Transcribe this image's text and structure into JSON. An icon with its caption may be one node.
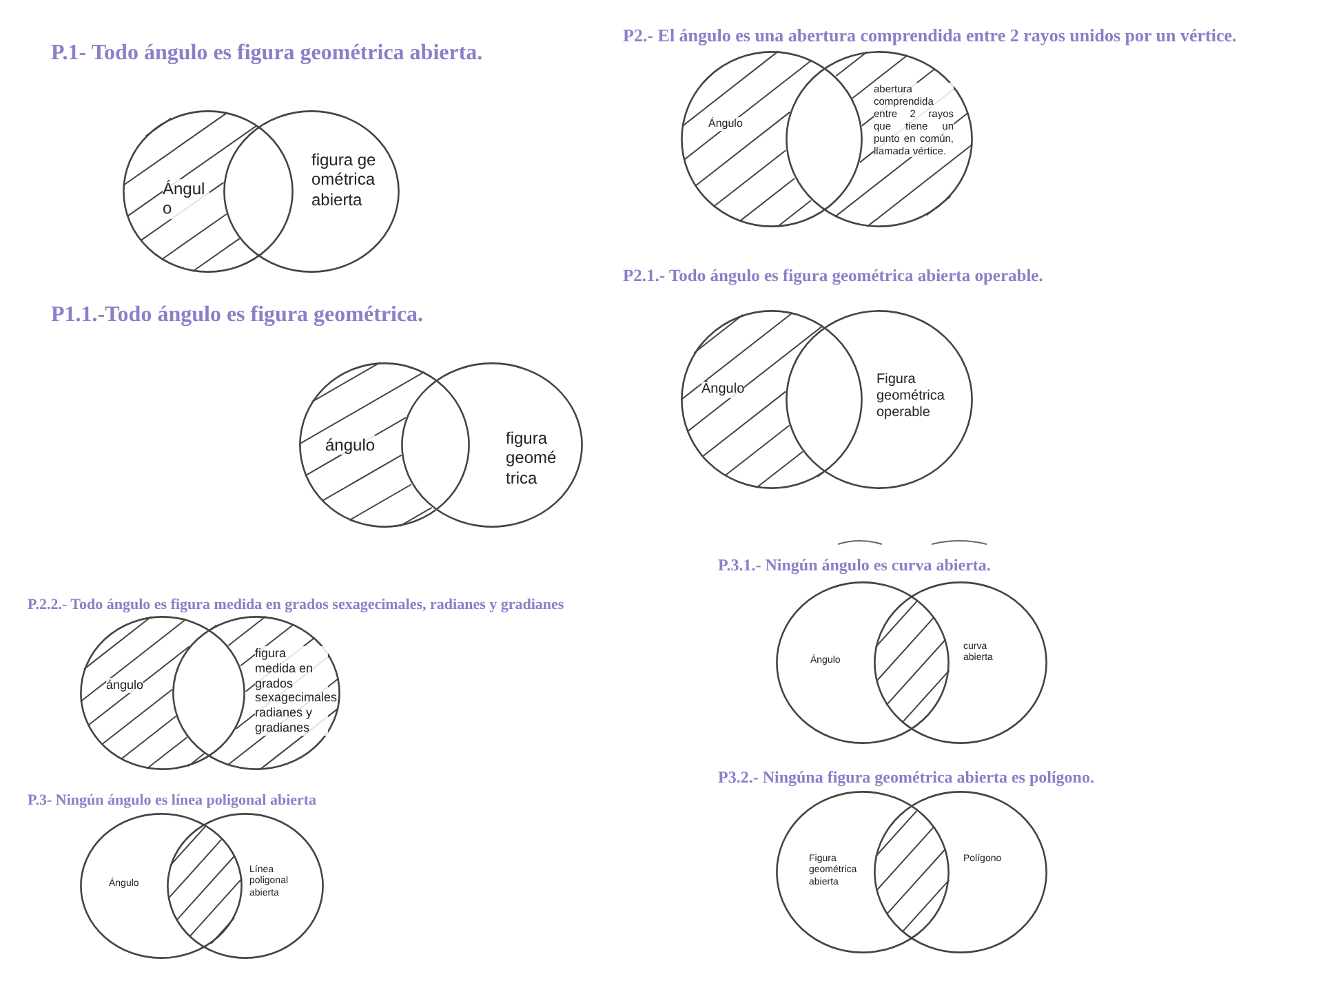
{
  "diagram": {
    "nodes": [
      {
        "text": [
          "Ángulo"
        ]
      },
      {
        "text": [
          "figura geométrica abierta"
        ]
      },
      {
        "text": [
          "Ángulo"
        ]
      },
      {
        "text": [
          "abertura comprendida entre 2 rayos que tiene un punto en común, llamada vértice."
        ]
      },
      {
        "text": [
          "ángulo"
        ]
      },
      {
        "text": [
          "figura geométrica"
        ]
      },
      {
        "text": [
          "Ángulo"
        ]
      },
      {
        "text": [
          "Figura geométrica operable"
        ]
      },
      {
        "text": [
          "Ángulo"
        ]
      },
      {
        "text": [
          "curva abierta"
        ]
      },
      {
        "text": [
          "ángulo"
        ]
      },
      {
        "text": [
          "figura medida en grados sexagecimales, radianes y gradianes"
        ]
      },
      {
        "text": [
          "Figura geométrica abierta"
        ]
      },
      {
        "text": [
          "Polígono"
        ]
      },
      {
        "text": [
          "Ángulo"
        ]
      },
      {
        "text": [
          "Línea poligonal abierta"
        ]
      }
    ],
    "labels": [
      "P.1- Todo ángulo es figura geométrica abierta.",
      "P2.- El ángulo es una abertura comprendida entre 2 rayos unidos por un vértice.",
      "P1.1.-Todo ángulo es figura geométrica.",
      "P2.1.- Todo ángulo es figura geométrica abierta operable.",
      "P.3.1.- Ningún ángulo es curva abierta.",
      "P.2.2.- Todo ángulo es figura medida en grados sexagecimales, radianes y gradianes",
      "P3.2.- Ningúna figura geométrica abierta es polígono.",
      "P.3- Ningún ángulo es línea poligonal abierta"
    ]
  }
}
